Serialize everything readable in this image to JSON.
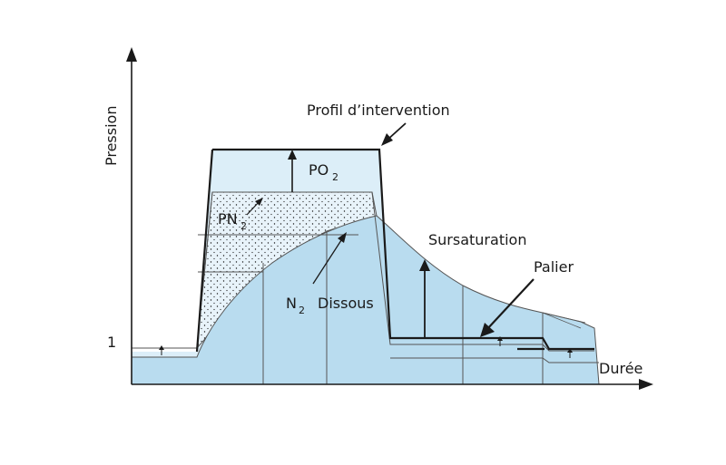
{
  "diagram": {
    "axes": {
      "y_label": "Pression",
      "x_label": "Durée",
      "y_tick": "1"
    },
    "labels": {
      "profil": "Profil d’intervention",
      "po2_main": "PO",
      "po2_sub": "2",
      "pn2_main": "PN",
      "pn2_sub": "2",
      "n2_main": "N",
      "n2_sub": "2",
      "n2_word": "Dissous",
      "sursaturation": "Sursaturation",
      "palier": "Palier"
    },
    "colors": {
      "tissue_fill": "#b9dcef",
      "profile_fill": "#dceef8",
      "pn2_fill": "#e8f3fa",
      "stroke": "#1a1a1a",
      "grid": "#555555"
    }
  }
}
